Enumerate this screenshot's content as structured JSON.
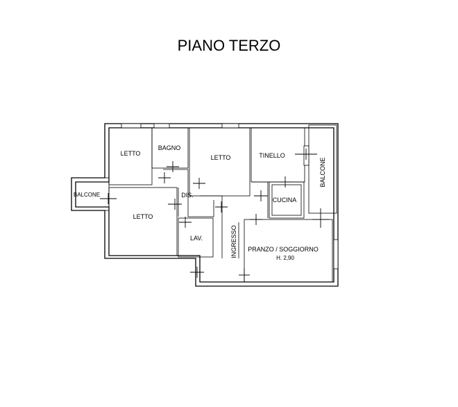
{
  "title": "PIANO TERZO",
  "rooms": {
    "letto_1": "LETTO",
    "bagno": "BAGNO",
    "letto_2": "LETTO",
    "tinello": "TINELLO",
    "balcone_right": "BALCONE",
    "balcone_left": "BALCONE",
    "dis": "DIS.",
    "cucina": "CUCINA",
    "letto_3": "LETTO",
    "lav": "LAV.",
    "ingresso": "INGRESSO",
    "pranzo": "PRANZO / SOGGIORNO",
    "height": "H. 2,90"
  }
}
